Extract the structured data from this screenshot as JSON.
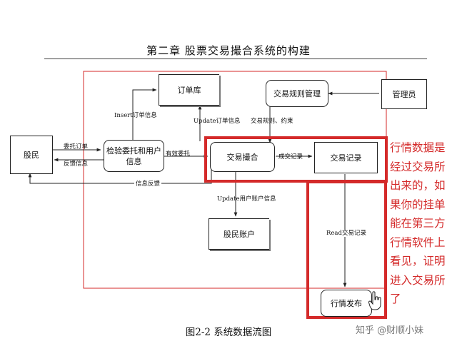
{
  "chapter_title": "第二章 股票交易撮合系统的构建",
  "figure_caption": "图2-2 系统数据流图",
  "nodes": {
    "investor": "股民",
    "validate": "检验委托和用户信息",
    "order_db": "订单库",
    "matching": "交易撮合",
    "rules": "交易规则管理",
    "admin": "管理员",
    "trade_log": "交易记录",
    "accounts": "股民账户",
    "publish": "行情发布"
  },
  "edges": {
    "submit_order": "委托订单",
    "feedback_out": "反馈信息",
    "insert_order": "Insert订单信息",
    "update_order": "Update订单信息",
    "valid_order": "有效委托",
    "rules_constraints": "交易规则、约束",
    "trade_success": "成交记录",
    "info_feedback": "信息反馈",
    "update_account": "Update用户账户信息",
    "read_trades": "Read交易记录"
  },
  "annotation": "行情数据是经过交易所出来的，如果你的挂单能在第三方行情软件上看见，证明进入交易所了",
  "watermark": "知乎 @财顺小妹",
  "colors": {
    "annotation": "#d42a2a",
    "outline": "#d42a2a",
    "line": "#222222"
  }
}
